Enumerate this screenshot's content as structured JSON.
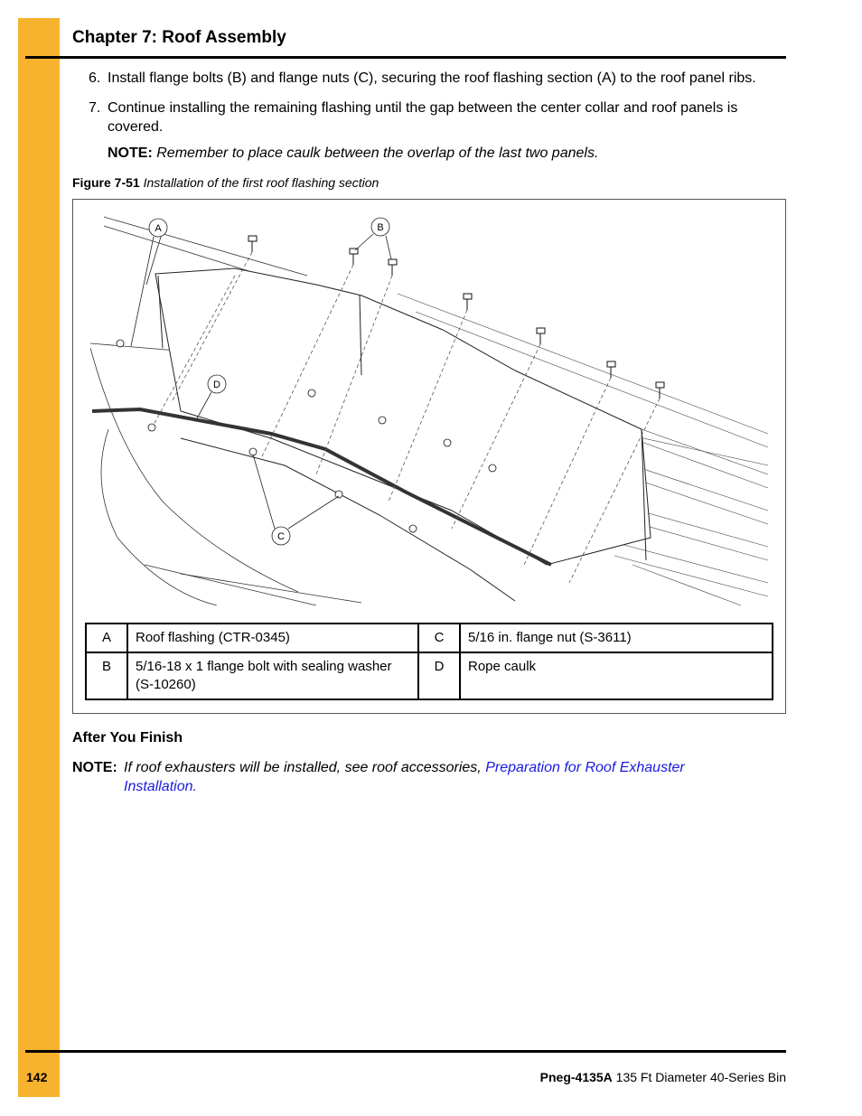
{
  "header": {
    "chapter_title": "Chapter 7: Roof Assembly"
  },
  "steps": [
    {
      "num": "6.",
      "text": "Install flange bolts (B) and flange nuts (C), securing the roof flashing section (A) to the roof panel ribs."
    },
    {
      "num": "7.",
      "text": "Continue installing the remaining flashing until the gap between the center collar and roof panels is covered."
    }
  ],
  "note1": {
    "label": "NOTE:",
    "text": "Remember to place caulk between the overlap of the last two panels."
  },
  "figure": {
    "label": "Figure 7-51",
    "caption": "Installation of the first roof flashing section",
    "callouts": {
      "a": "A",
      "b": "B",
      "c": "C",
      "d": "D"
    }
  },
  "legend": [
    {
      "k1": "A",
      "v1": "Roof flashing (CTR-0345)",
      "k2": "C",
      "v2": "5/16 in. flange nut (S-3611)"
    },
    {
      "k1": "B",
      "v1": "5/16-18 x 1 flange bolt with sealing washer (S-10260)",
      "k2": "D",
      "v2": "Rope caulk"
    }
  ],
  "after": {
    "heading": "After You Finish"
  },
  "note2": {
    "label": "NOTE:",
    "text": "If roof exhausters will be installed, see roof accessories, ",
    "link": "Preparation for Roof Exhauster Installation."
  },
  "footer": {
    "page": "142",
    "doc_id": "Pneg-4135A",
    "doc_title": " 135 Ft Diameter 40-Series Bin"
  },
  "colors": {
    "sidebar": "#f7b22e",
    "link": "#1a1adf"
  }
}
